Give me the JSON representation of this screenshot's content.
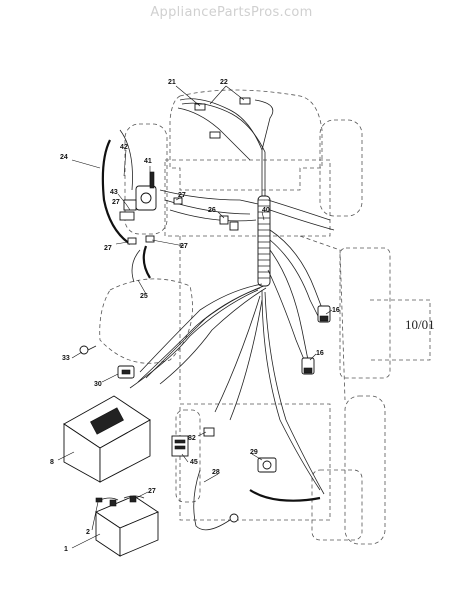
{
  "watermark": "AppliancePartsPros.com",
  "date_code": "10/01",
  "callouts": [
    "21",
    "22",
    "24",
    "42",
    "41",
    "43",
    "27",
    "27",
    "27",
    "27",
    "26",
    "40",
    "25",
    "16",
    "16",
    "33",
    "30",
    "8",
    "82",
    "45",
    "29",
    "28",
    "27",
    "2",
    "1"
  ]
}
